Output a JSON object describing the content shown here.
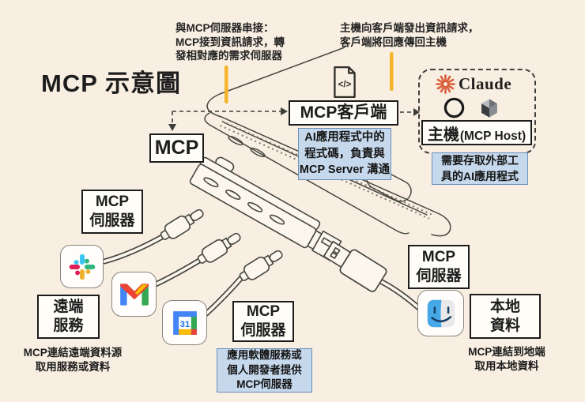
{
  "title": "MCP 示意圖",
  "annotations": {
    "serial": {
      "lines": [
        "與MCP伺服器串接：",
        "MCP接到資訊請求，轉",
        "發相對應的需求伺服器"
      ]
    },
    "host_request": {
      "lines": [
        "主機向客戶端發出資訊請求，",
        "客戶端將回應傳回主機"
      ]
    }
  },
  "nodes": {
    "mcp_label": "MCP",
    "client_label": "MCP客戶端",
    "host_label": "主機",
    "host_sub": "(MCP Host)",
    "server_top": {
      "line1": "MCP",
      "line2": "伺服器"
    },
    "server_mid": {
      "line1": "MCP",
      "line2": "伺服器"
    },
    "server_right": {
      "line1": "MCP",
      "line2": "伺服器"
    },
    "remote_service": {
      "line1": "遠端",
      "line2": "服務"
    },
    "local_data": {
      "line1": "本地",
      "line2": "資料"
    }
  },
  "notes": {
    "client": {
      "lines": [
        "AI應用程式中的",
        "程式碼，負責與",
        "MCP Server 溝通"
      ]
    },
    "host": {
      "lines": [
        "需要存取外部工",
        "具的AI應用程式"
      ]
    },
    "server": {
      "lines": [
        "應用軟體服務或",
        "個人開發者提供",
        "MCP伺服器"
      ]
    }
  },
  "captions": {
    "remote": {
      "lines": [
        "MCP連結遠端資料源",
        "取用服務或資料"
      ]
    },
    "local": {
      "lines": [
        "MCP連結到地端",
        "取用本地資料"
      ]
    }
  },
  "brand": {
    "claude": "Claude",
    "calendar_day": "31",
    "code_glyph": "</>"
  },
  "colors": {
    "background": "#f8efe2",
    "accent_yellow": "#f6b42a",
    "note_bg": "#c6d8ec",
    "note_border": "#6a8fb8",
    "line_art": "#474740",
    "claude_coral": "#d95f3b",
    "slack_blue": "#36C5F0",
    "slack_green": "#2EB67D",
    "slack_red": "#E01E5A",
    "slack_yellow": "#ECB22E",
    "google_blue": "#4285F4",
    "google_red": "#EA4335",
    "google_yellow": "#FBBC04",
    "google_green": "#34A853",
    "finder_blue": "#47a8e8"
  }
}
